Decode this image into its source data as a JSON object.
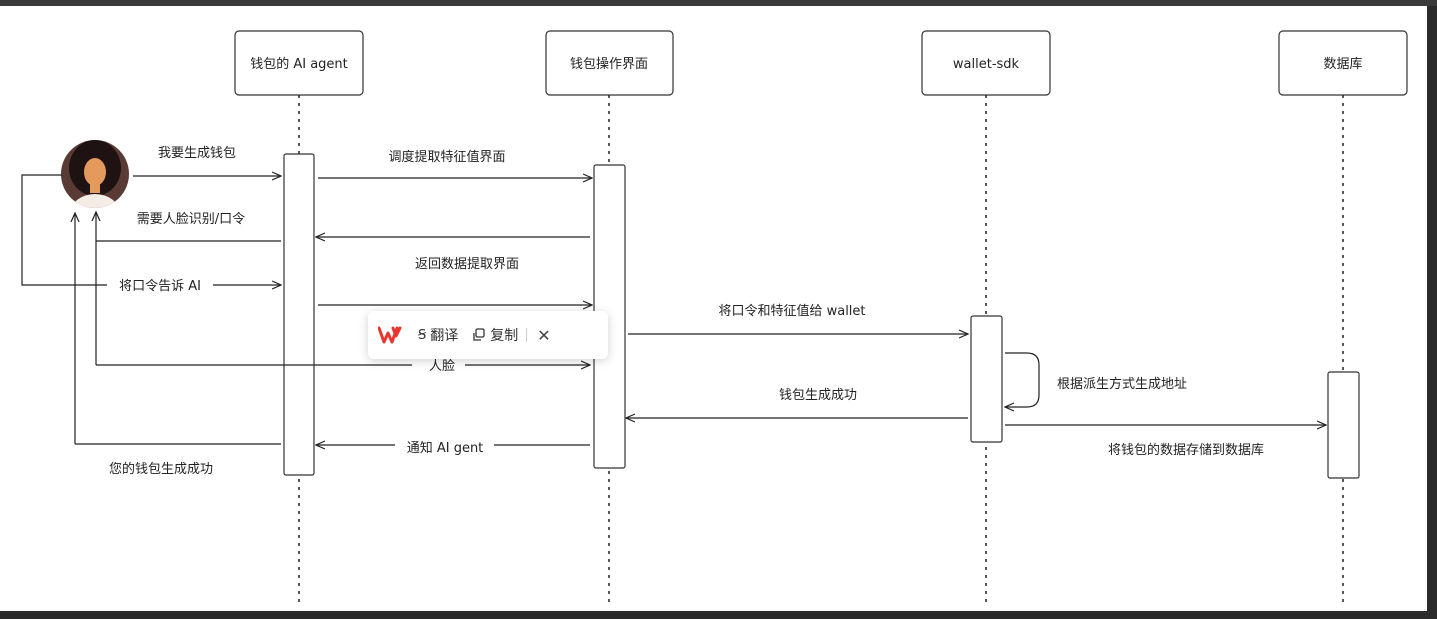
{
  "participants": {
    "agent": "钱包的 AI agent",
    "ui": "钱包操作界面",
    "sdk": "wallet-sdk",
    "db": "数据库"
  },
  "messages": {
    "m1": "我要生成钱包",
    "m2": "调度提取特征值界面",
    "m3": "需要人脸识别/口令",
    "m4": "返回数据提取界面",
    "m5": "将口令告诉 AI",
    "m6": "将口令和特征值给 wallet",
    "m7": "根据派生方式生成地址",
    "m8": "人脸",
    "m9": "钱包生成成功",
    "m10": "将钱包的数据存储到数据库",
    "m11": "通知 AI gent",
    "m12": "您的钱包生成成功"
  },
  "toolbar": {
    "translate_label": "翻译",
    "copy_label": "复制",
    "close_label": "✕",
    "logo_color": "#e8352e"
  }
}
